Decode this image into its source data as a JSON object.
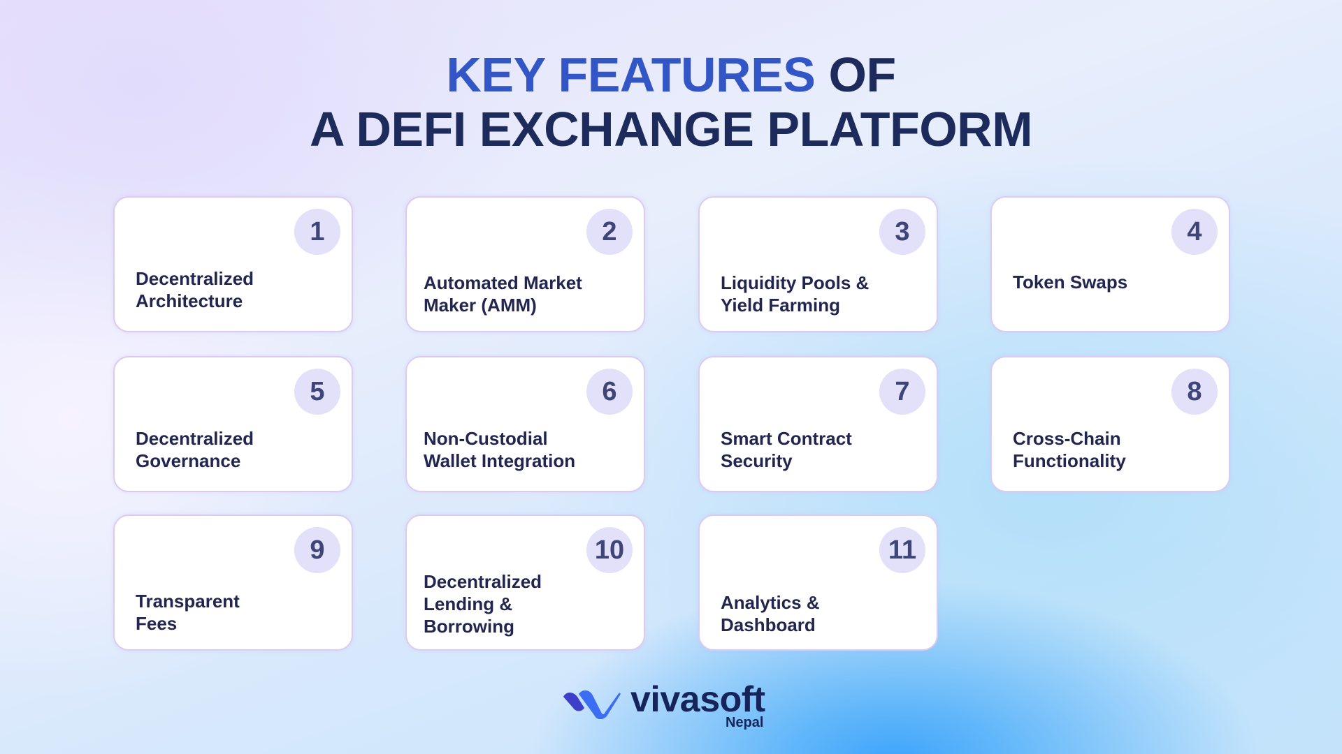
{
  "title": {
    "accent": "KEY FEATURES",
    "rest_line1": " OF",
    "line2": "A DEFI EXCHANGE PLATFORM"
  },
  "colors": {
    "title_accent": "#3356c7",
    "title_dark": "#1c2a5c",
    "card_text": "#22264f",
    "badge_bg": "#e3e0fa",
    "badge_text": "#3f4677",
    "card_border": "#dccbf0"
  },
  "features": [
    {
      "number": "1",
      "label_lines": [
        "Decentralized",
        "Architecture"
      ]
    },
    {
      "number": "2",
      "label_lines": [
        "Automated Market",
        "Maker (AMM)"
      ]
    },
    {
      "number": "3",
      "label_lines": [
        "Liquidity Pools &",
        "Yield Farming"
      ]
    },
    {
      "number": "4",
      "label_lines": [
        "Token Swaps"
      ]
    },
    {
      "number": "5",
      "label_lines": [
        "Decentralized",
        "Governance"
      ]
    },
    {
      "number": "6",
      "label_lines": [
        "Non-Custodial",
        "Wallet Integration"
      ]
    },
    {
      "number": "7",
      "label_lines": [
        "Smart Contract",
        "Security"
      ]
    },
    {
      "number": "8",
      "label_lines": [
        "Cross-Chain",
        "Functionality"
      ]
    },
    {
      "number": "9",
      "label_lines": [
        "Transparent",
        "Fees"
      ]
    },
    {
      "number": "10",
      "label_lines": [
        "Decentralized",
        "Lending &",
        "Borrowing"
      ]
    },
    {
      "number": "11",
      "label_lines": [
        "Analytics &",
        "Dashboard"
      ]
    }
  ],
  "logo": {
    "wordmark": "vivasoft",
    "subtitle": "Nepal",
    "icon": "vivasoft-v-logo-icon"
  }
}
